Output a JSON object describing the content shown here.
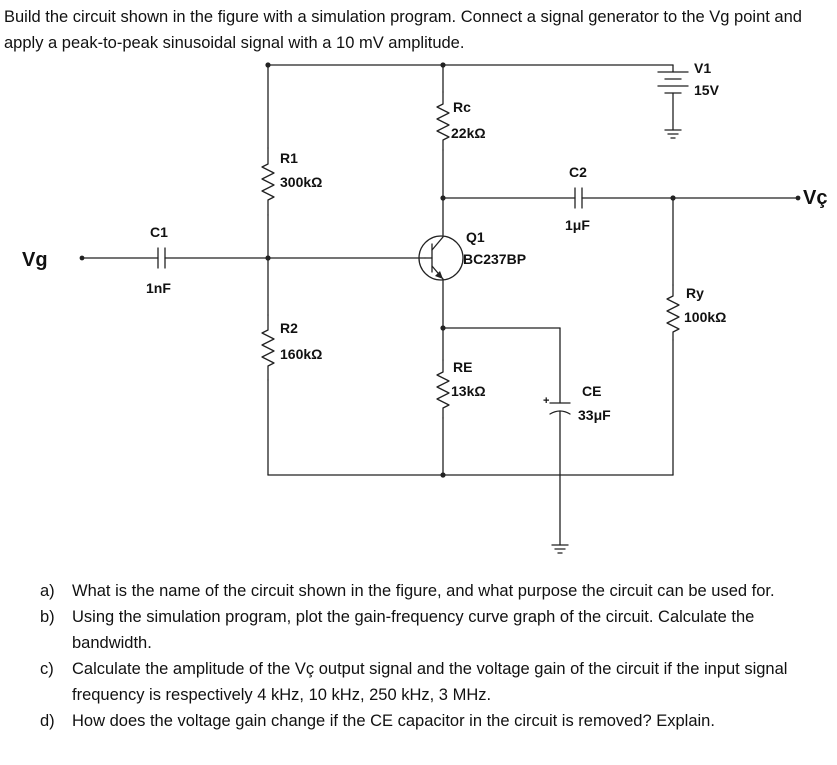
{
  "intro_text": "Build the circuit shown in the figure with a simulation program. Connect a signal generator to the Vg point and apply a peak-to-peak sinusoidal signal with a 10 mV amplitude.",
  "circuit": {
    "input": "Vg",
    "output": "Vç",
    "components": {
      "V1": {
        "name": "V1",
        "value": "15V"
      },
      "Rc": {
        "name": "Rc",
        "value": "22kΩ"
      },
      "R1": {
        "name": "R1",
        "value": "300kΩ"
      },
      "R2": {
        "name": "R2",
        "value": "160kΩ"
      },
      "C1": {
        "name": "C1",
        "value": "1nF"
      },
      "C2": {
        "name": "C2",
        "value": "1μF"
      },
      "Q1": {
        "name": "Q1",
        "value": "BC237BP"
      },
      "RE": {
        "name": "RE",
        "value": "13kΩ"
      },
      "CE": {
        "name": "CE",
        "value": "33μF",
        "polarity": "+"
      },
      "Ry": {
        "name": "Ry",
        "value": "100kΩ"
      }
    }
  },
  "questions": [
    {
      "letter": "a)",
      "text": "What is the name of the circuit shown in the figure, and what purpose the circuit can be used for."
    },
    {
      "letter": "b)",
      "text": "Using the simulation program, plot the gain-frequency curve graph of the circuit. Calculate the bandwidth."
    },
    {
      "letter": "c)",
      "text": "Calculate the amplitude of the Vç output signal and the voltage gain of the circuit if the input signal frequency is respectively 4 kHz, 10 kHz, 250 kHz, 3 MHz."
    },
    {
      "letter": "d)",
      "text": "How does the voltage gain change if the CE capacitor in the circuit is removed? Explain."
    }
  ]
}
